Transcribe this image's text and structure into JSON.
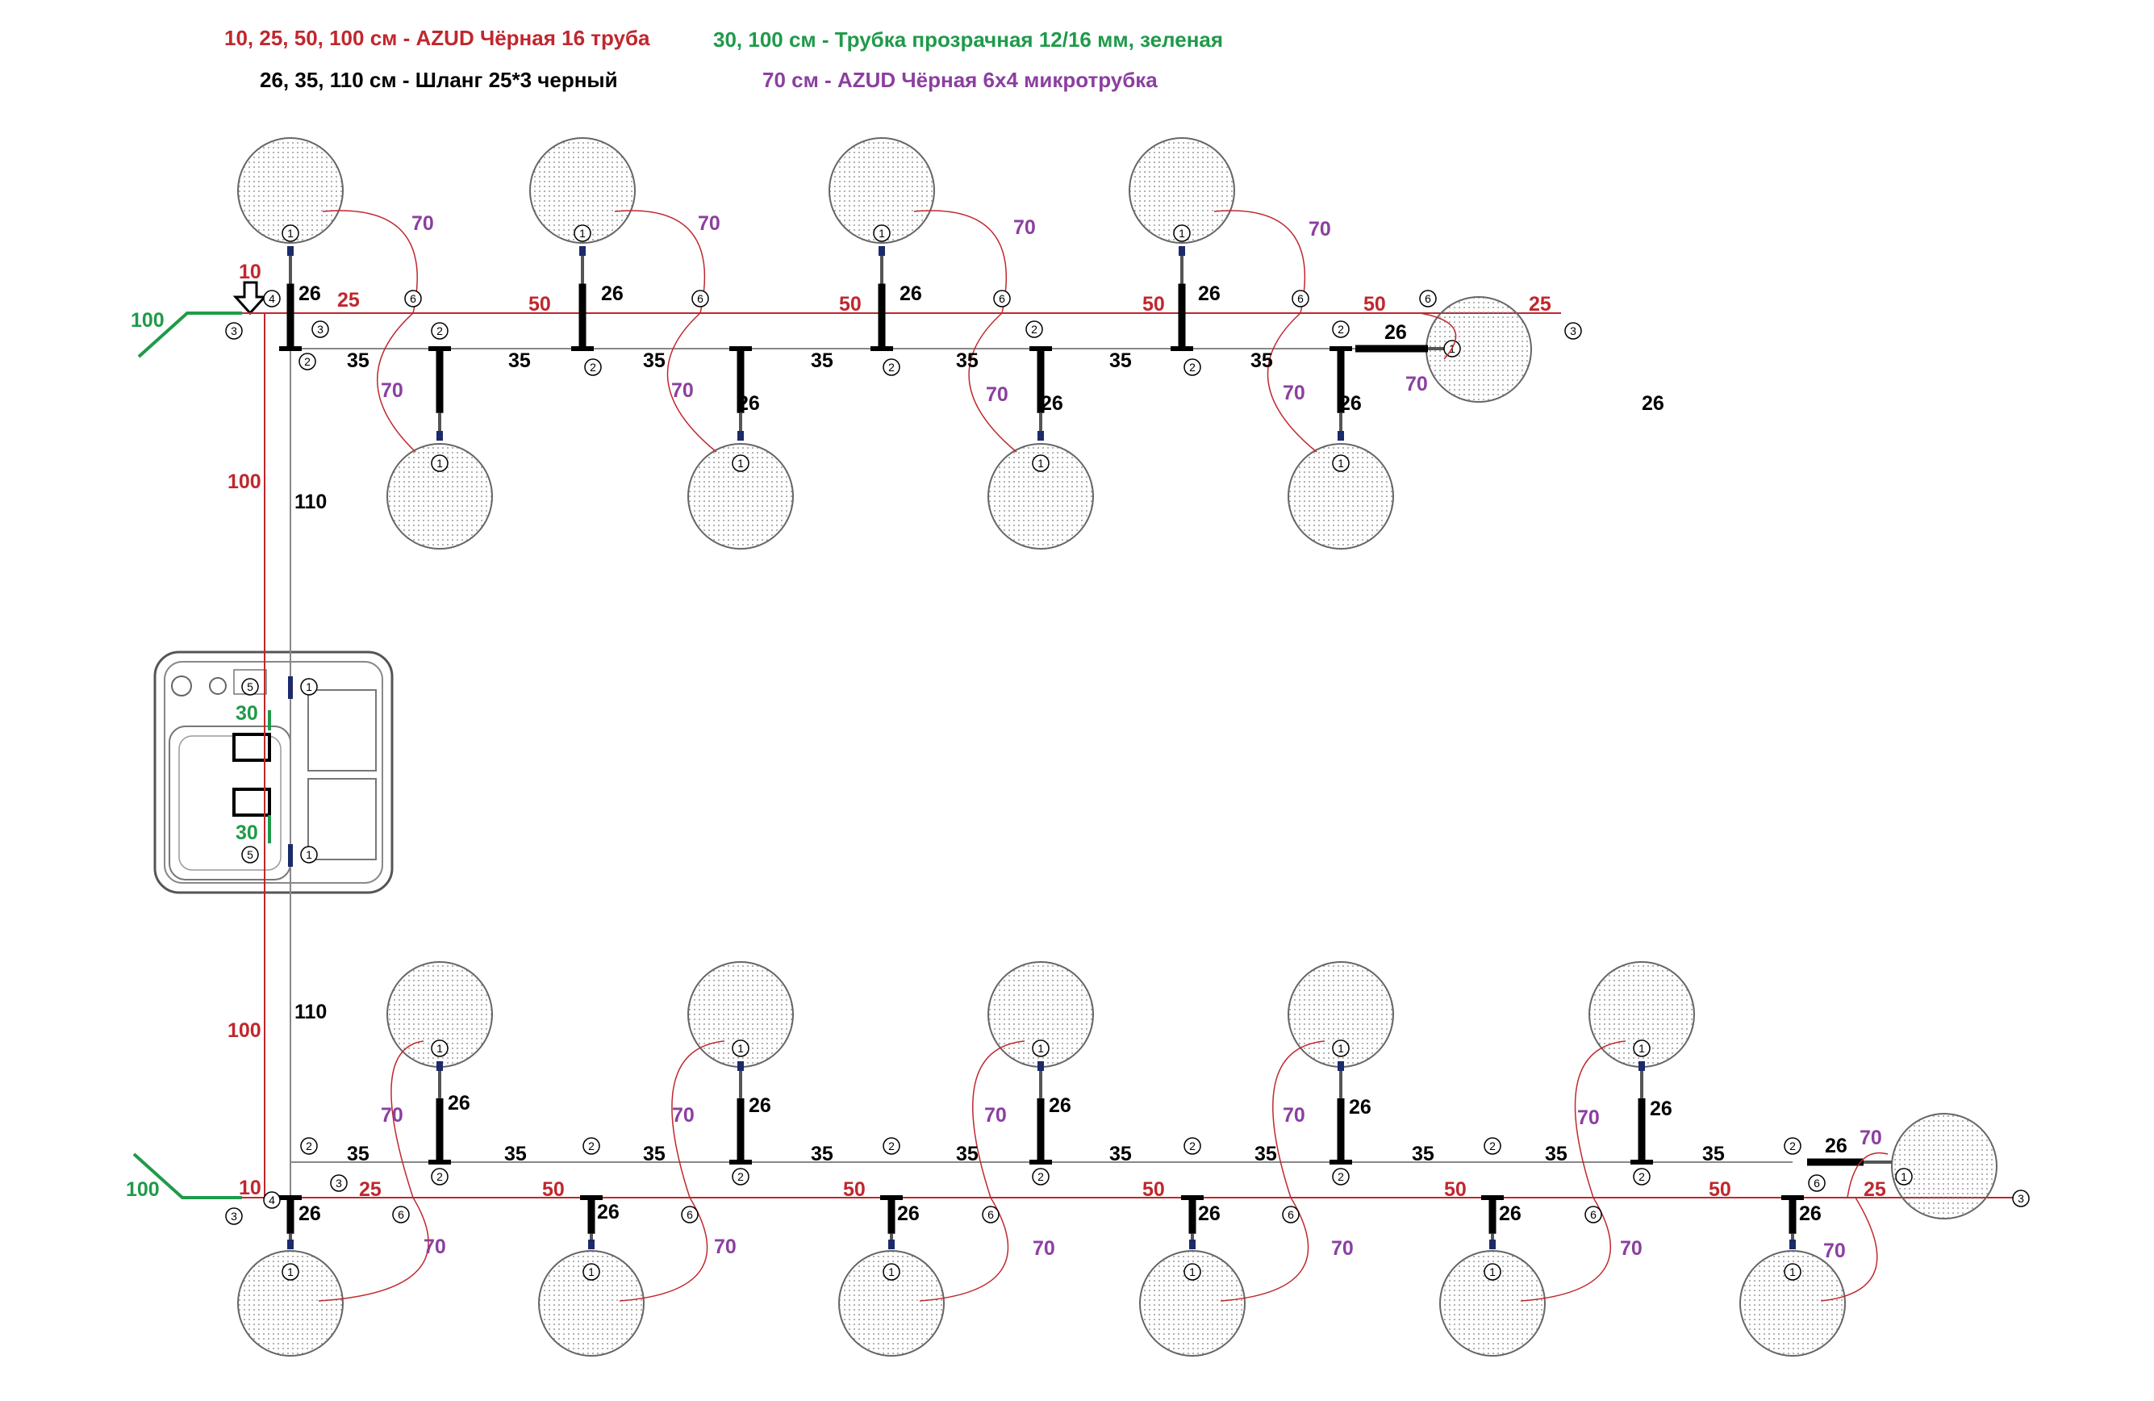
{
  "legend": {
    "red": "10, 25, 50, 100 см - AZUD Чёрная 16 труба",
    "green": "30, 100 см - Трубка прозрачная 12/16 мм, зеленая",
    "black": "26, 35, 110 см - Шланг  25*3 черный",
    "purple": "70 см - AZUD Чёрная 6х4 микротрубка"
  },
  "labels": {
    "l10": "10",
    "l25": "25",
    "l26": "26",
    "l30": "30",
    "l35": "35",
    "l50": "50",
    "l70": "70",
    "l100": "100",
    "l110": "110"
  },
  "connector_numbers": [
    "1",
    "2",
    "3",
    "4",
    "5",
    "6"
  ],
  "colors": {
    "red": "#c0272d",
    "green": "#1f9a4a",
    "purple": "#8b3fa0",
    "black": "#000000",
    "grey": "#888888",
    "plant": "#bbbbbb"
  }
}
